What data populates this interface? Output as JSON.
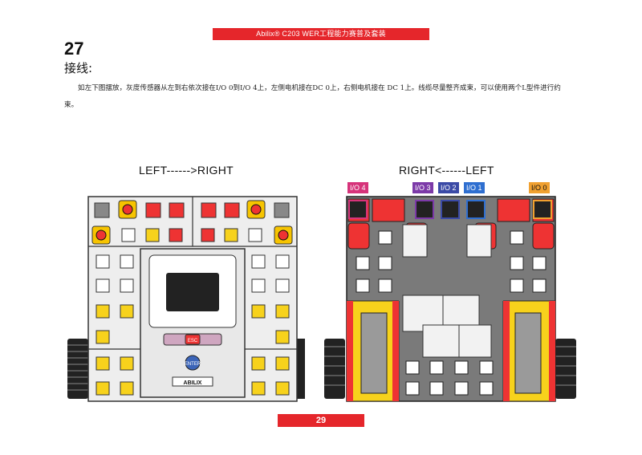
{
  "header": {
    "title": "Abilix® C203 WER工程能力赛普及套装"
  },
  "step": {
    "number": "27"
  },
  "section": {
    "title": "接线:"
  },
  "instructions": {
    "text": "如左下图摆放，灰度传感器从左到右依次接在I/O 0到I/O 4上，左侧电机接在DC 0上，右侧电机接在 DC 1上。线缆尽量整齐成束，可以使用两个L型件进行约束。"
  },
  "captions": {
    "left": "LEFT------>RIGHT",
    "right": "RIGHT<------LEFT"
  },
  "ports": [
    {
      "label": "I/O 4",
      "color": "#d6337a"
    },
    {
      "label": "I/O 3",
      "color": "#7c3aa8"
    },
    {
      "label": "I/O 2",
      "color": "#3b4aa6"
    },
    {
      "label": "I/O 1",
      "color": "#2f6fd0"
    },
    {
      "label": "I/O 0",
      "color": "#f0a030"
    }
  ],
  "controller": {
    "esc_label": "ESC",
    "enter_label": "ENTER",
    "brand": "ABILIX"
  },
  "footer": {
    "page_number": "29"
  }
}
